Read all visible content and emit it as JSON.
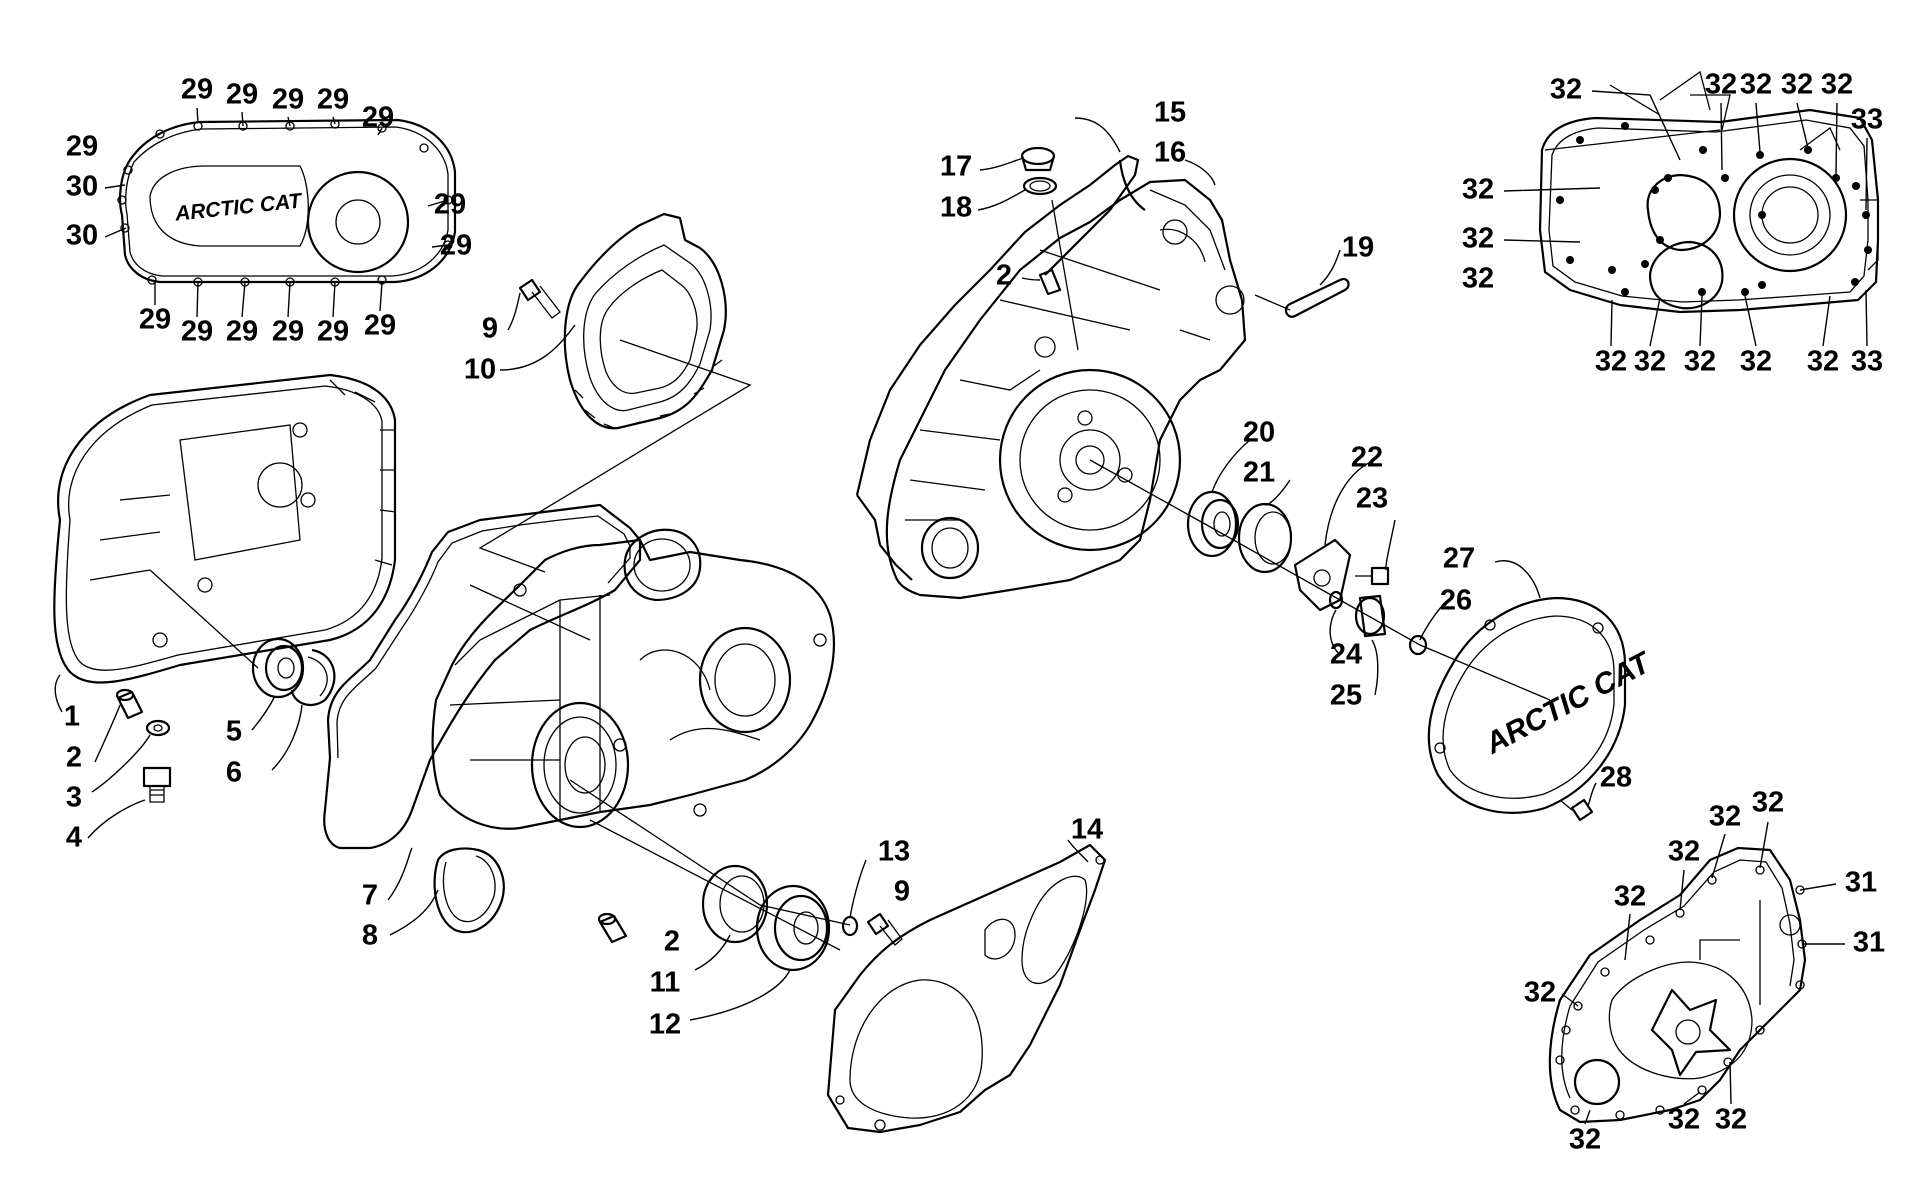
{
  "callouts": {
    "c1": "1",
    "c2": "2",
    "c3": "3",
    "c4": "4",
    "c5": "5",
    "c6": "6",
    "c7": "7",
    "c8": "8",
    "c9": "9",
    "c10": "10",
    "c11": "11",
    "c12": "12",
    "c13": "13",
    "c14": "14",
    "c15": "15",
    "c16": "16",
    "c17": "17",
    "c18": "18",
    "c19": "19",
    "c20": "20",
    "c21": "21",
    "c22": "22",
    "c23": "23",
    "c24": "24",
    "c25": "25",
    "c26": "26",
    "c27": "27",
    "c28": "28",
    "c29": "29",
    "c30": "30",
    "c31": "31",
    "c32": "32",
    "c33": "33"
  },
  "logo_text": "ARCTIC CAT"
}
